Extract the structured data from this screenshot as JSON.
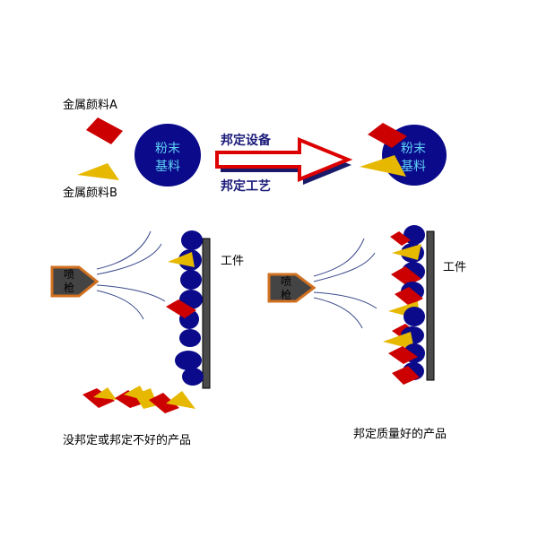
{
  "colors": {
    "powder": "#0a0a8a",
    "powder_text": "#5fd3f5",
    "metal_a": "#cc0000",
    "metal_b": "#e6b800",
    "workpiece": "#4a4a4a",
    "gun_fill": "#444444",
    "gun_border": "#d07020",
    "arrow_border": "#dd0000",
    "arrow_shadow": "#1a1a6a",
    "arrow_text": "#1a1a7a",
    "spray_lines": "#3a4a8a"
  },
  "top": {
    "metal_a_label": "金属颜料A",
    "metal_b_label": "金属颜料B",
    "powder_label_line1": "粉末",
    "powder_label_line2": "基料",
    "arrow_label_top": "邦定设备",
    "arrow_label_bottom": "邦定工艺",
    "result_label_line1": "粉末",
    "result_label_line2": "基料"
  },
  "left_panel": {
    "gun_label_line1": "喷",
    "gun_label_line2": "枪",
    "workpiece_label": "工件",
    "caption": "没邦定或邦定不好的产品"
  },
  "right_panel": {
    "gun_label_line1": "喷",
    "gun_label_line2": "枪",
    "workpiece_label": "工件",
    "caption": "邦定质量好的产品"
  },
  "icons": {
    "metal_flake": "red-diamond",
    "metal_triangle": "yellow-triangle",
    "powder_particle": "blue-ellipse",
    "process_arrow": "hollow-right-arrow",
    "spray_gun": "pentagon-arrow"
  }
}
